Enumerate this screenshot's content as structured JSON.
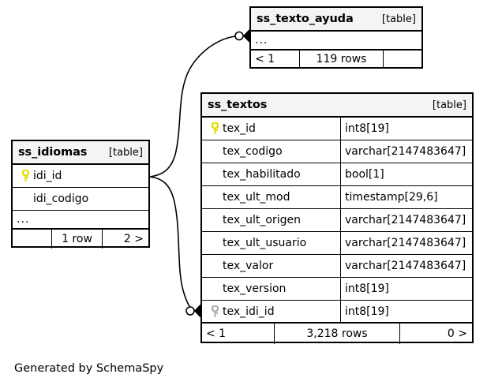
{
  "diagram": {
    "caption": "Generated by SchemaSpy",
    "type_tag": "[table]",
    "ellipsis": "...",
    "colors": {
      "primary_key_icon": "#e8e800",
      "foreign_key_icon": "#b0b0b0",
      "header_background": "#f4f4f4",
      "border": "#000000",
      "background": "#ffffff"
    }
  },
  "tables": [
    {
      "id": "ss_texto_ayuda",
      "name": "ss_texto_ayuda",
      "tag": "[table]",
      "columns": [],
      "has_ellipsis_row": true,
      "ellipsis": "...",
      "footer": {
        "left": "< 1",
        "center": "119 rows",
        "right": ""
      }
    },
    {
      "id": "ss_idiomas",
      "name": "ss_idiomas",
      "tag": "[table]",
      "columns": [
        {
          "name": "idi_id",
          "type": "",
          "key": "primary"
        },
        {
          "name": "idi_codigo",
          "type": "",
          "key": "none"
        }
      ],
      "has_ellipsis_row": true,
      "ellipsis": "...",
      "footer": {
        "left": "",
        "center": "1 row",
        "right": "2 >"
      }
    },
    {
      "id": "ss_textos",
      "name": "ss_textos",
      "tag": "[table]",
      "columns": [
        {
          "name": "tex_id",
          "type": "int8[19]",
          "key": "primary"
        },
        {
          "name": "tex_codigo",
          "type": "varchar[2147483647]",
          "key": "none"
        },
        {
          "name": "tex_habilitado",
          "type": "bool[1]",
          "key": "none"
        },
        {
          "name": "tex_ult_mod",
          "type": "timestamp[29,6]",
          "key": "none"
        },
        {
          "name": "tex_ult_origen",
          "type": "varchar[2147483647]",
          "key": "none"
        },
        {
          "name": "tex_ult_usuario",
          "type": "varchar[2147483647]",
          "key": "none"
        },
        {
          "name": "tex_valor",
          "type": "varchar[2147483647]",
          "key": "none"
        },
        {
          "name": "tex_version",
          "type": "int8[19]",
          "key": "none"
        },
        {
          "name": "tex_idi_id",
          "type": "int8[19]",
          "key": "foreign"
        }
      ],
      "has_ellipsis_row": false,
      "footer": {
        "left": "< 1",
        "center": "3,218 rows",
        "right": "0 >"
      }
    }
  ],
  "relationships": [
    {
      "from_table": "ss_idiomas",
      "from_column": "idi_id",
      "to_table": "ss_texto_ayuda",
      "to_column": "...",
      "notation": "zero-or-many"
    },
    {
      "from_table": "ss_idiomas",
      "from_column": "idi_id",
      "to_table": "ss_textos",
      "to_column": "tex_idi_id",
      "notation": "zero-or-many"
    }
  ]
}
